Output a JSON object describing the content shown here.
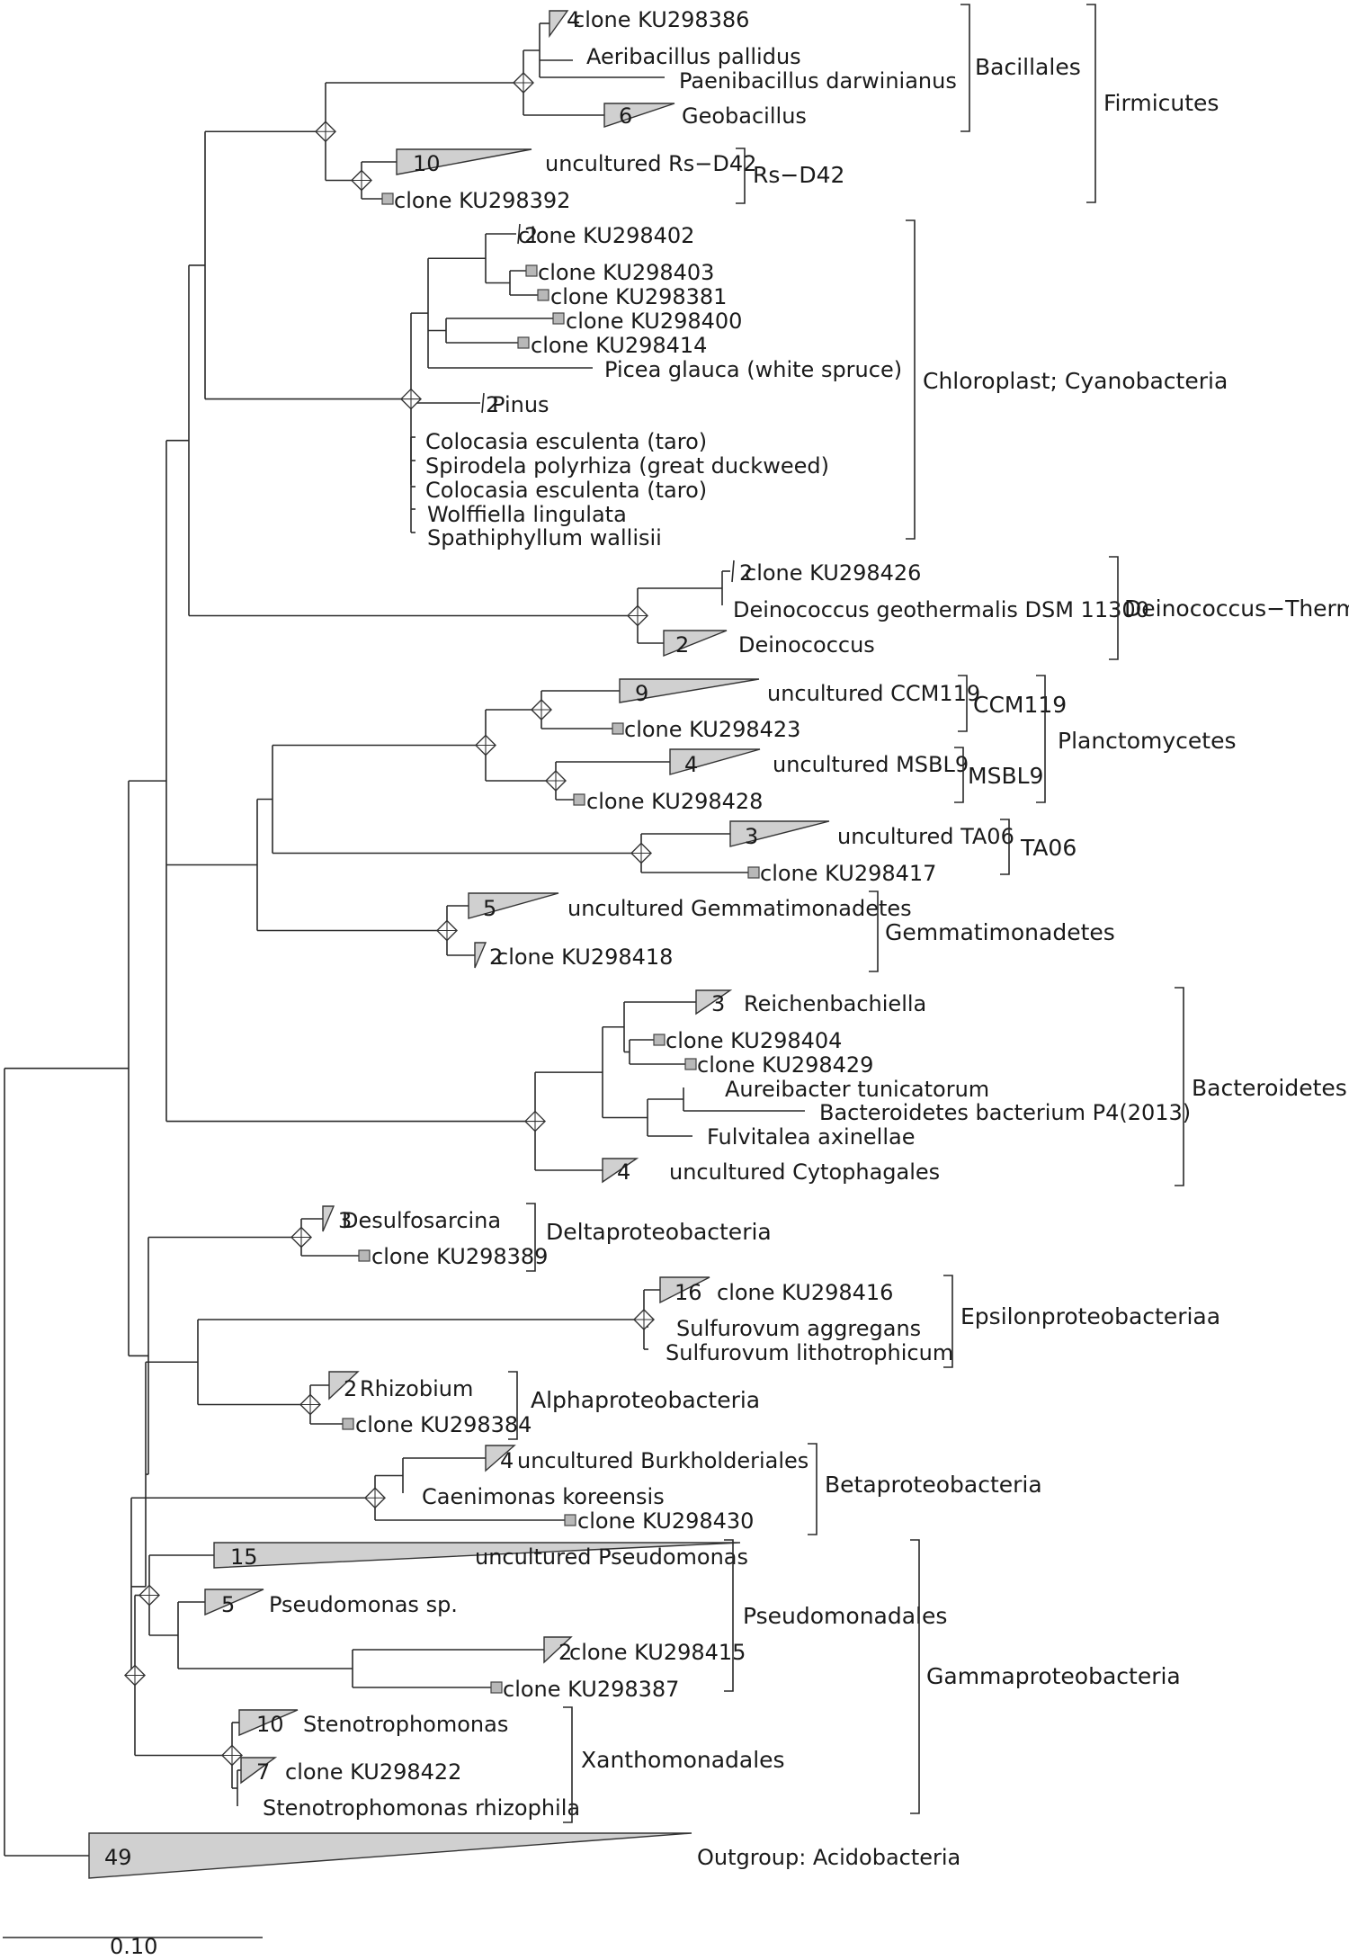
{
  "labels": {
    "t1": "clone KU298386",
    "t2": "Aeribacillus pallidus",
    "t3": "Paenibacillus darwinianus",
    "t4": "Geobacillus",
    "t5": "uncultured Rs−D42",
    "t6": "clone KU298392",
    "t7": "clone KU298402",
    "t8": "clone KU298403",
    "t9": "clone KU298381",
    "t10": "clone KU298400",
    "t11": "clone KU298414",
    "t12": "Picea glauca (white spruce)",
    "t13": "Pinus",
    "t14": "Colocasia esculenta (taro)",
    "t15": "Spirodela polyrhiza (great duckweed)",
    "t16": "Colocasia esculenta (taro)",
    "t17": "Wolffiella lingulata",
    "t18": "Spathiphyllum wallisii",
    "t19": "clone KU298426",
    "t20": "Deinococcus geothermalis DSM 11300",
    "t21": "Deinococcus",
    "t22": "uncultured CCM119",
    "t23": "clone KU298423",
    "t24": "uncultured MSBL9",
    "t25": "clone KU298428",
    "t26": "uncultured TA06",
    "t27": "clone KU298417",
    "t28": "uncultured Gemmatimonadetes",
    "t29": "clone KU298418",
    "t30": "Reichenbachiella",
    "t31": "clone KU298404",
    "t32": "clone KU298429",
    "t33": "Aureibacter tunicatorum",
    "t34": "Bacteroidetes bacterium P4(2013)",
    "t35": "Fulvitalea axinellae",
    "t36": "uncultured Cytophagales",
    "t37": "Desulfosarcina",
    "t38": "clone KU298389",
    "t39": "clone KU298416",
    "t40": "Sulfurovum aggregans",
    "t41": "Sulfurovum lithotrophicum",
    "t42": "Rhizobium",
    "t43": "clone KU298384",
    "t44": "uncultured Burkholderiales",
    "t45": "Caenimonas koreensis",
    "t46": "clone KU298430",
    "t47": "uncultured Pseudomonas",
    "t48": "Pseudomonas sp.",
    "t49": "clone KU298415",
    "t50": "clone KU298387",
    "t51": "Stenotrophomonas",
    "t52": "clone KU298422",
    "t53": "Stenotrophomonas rhizophila",
    "t54": "Outgroup: Acidobacteria"
  },
  "counts": {
    "t1": "4",
    "t4": "6",
    "t5": "10",
    "t7": "2",
    "t13": "2",
    "t19": "2",
    "t21": "2",
    "t22": "9",
    "t24": "4",
    "t26": "3",
    "t28": "5",
    "t29": "2",
    "t30": "3",
    "t36": "4",
    "t37": "3",
    "t39": "16",
    "t42": "2",
    "t44": "4",
    "t47": "15",
    "t48": "5",
    "t49": "2",
    "t51": "10",
    "t52": "7",
    "t54": "49"
  },
  "groups": {
    "bacillales": "Bacillales",
    "firmicutes": "Firmicutes",
    "rsd42": "Rs−D42",
    "chloroplast": "Chloroplast; Cyanobacteria",
    "deinococcus": "Deinococcus−Thermu",
    "ccm119": "CCM119",
    "msbl9": "MSBL9",
    "planctomycetes": "Planctomycetes",
    "ta06": "TA06",
    "gemmatimonadetes": "Gemmatimonadetes",
    "bacteroidetes": "Bacteroidetes",
    "deltaproteobacteria": "Deltaproteobacteria",
    "epsilonproteobacteria": "Epsilonproteobacteriaa",
    "alphaproteobacteria": "Alphaproteobacteria",
    "betaproteobacteria": "Betaproteobacteria",
    "pseudomonadales": "Pseudomonadales",
    "gammaproteobacteria": "Gammaproteobacteria",
    "xanthomonadales": "Xanthomonadales"
  },
  "scale_bar": {
    "value": "0.10"
  },
  "tree": {
    "id": "root",
    "children": [
      {
        "id": "ingroup",
        "children": [
          {
            "id": "a1",
            "children": [
              {
                "id": "a2",
                "children": [
                  {
                    "id": "a3",
                    "children": [
                      {
                        "id": "fir",
                        "children": [
                          {
                            "id": "bac",
                            "children": [
                              {
                                "id": "bac1",
                                "children": [
                                  {
                                    "tip": "t1"
                                  },
                                  {
                                    "tip": "t2"
                                  },
                                  {
                                    "tip": "t3"
                                  }
                                ]
                              },
                              {
                                "tip": "t4"
                              }
                            ]
                          },
                          {
                            "id": "rsd",
                            "children": [
                              {
                                "tip": "t5"
                              },
                              {
                                "tip": "t6"
                              }
                            ]
                          }
                        ]
                      },
                      {
                        "id": "cya",
                        "children": [
                          {
                            "id": "cya1",
                            "children": [
                              {
                                "id": "cya2",
                                "children": [
                                  {
                                    "tip": "t7"
                                  },
                                  {
                                    "id": "cya3",
                                    "children": [
                                      {
                                        "tip": "t8"
                                      },
                                      {
                                        "tip": "t9"
                                      }
                                    ]
                                  }
                                ]
                              },
                              {
                                "id": "cya4",
                                "children": [
                                  {
                                    "tip": "t10"
                                  },
                                  {
                                    "tip": "t11"
                                  }
                                ]
                              },
                              {
                                "tip": "t12"
                              }
                            ]
                          },
                          {
                            "tip": "t13"
                          },
                          {
                            "id": "cya5",
                            "children": [
                              {
                                "tip": "t14"
                              },
                              {
                                "tip": "t15"
                              },
                              {
                                "tip": "t16"
                              },
                              {
                                "tip": "t17"
                              },
                              {
                                "tip": "t18"
                              }
                            ]
                          }
                        ]
                      }
                    ]
                  },
                  {
                    "id": "dei",
                    "children": [
                      {
                        "id": "dei1",
                        "children": [
                          {
                            "tip": "t19"
                          },
                          {
                            "tip": "t20"
                          }
                        ]
                      },
                      {
                        "tip": "t21"
                      }
                    ]
                  }
                ]
              },
              {
                "id": "b1",
                "children": [
                  {
                    "id": "b2",
                    "children": [
                      {
                        "id": "pla",
                        "children": [
                          {
                            "id": "ccm",
                            "children": [
                              {
                                "tip": "t22"
                              },
                              {
                                "tip": "t23"
                              }
                            ]
                          },
                          {
                            "id": "msb",
                            "children": [
                              {
                                "tip": "t24"
                              },
                              {
                                "tip": "t25"
                              }
                            ]
                          }
                        ]
                      },
                      {
                        "id": "ta0",
                        "children": [
                          {
                            "tip": "t26"
                          },
                          {
                            "tip": "t27"
                          }
                        ]
                      }
                    ]
                  },
                  {
                    "id": "gem",
                    "children": [
                      {
                        "tip": "t28"
                      },
                      {
                        "tip": "t29"
                      }
                    ]
                  }
                ]
              },
              {
                "id": "bct",
                "children": [
                  {
                    "id": "bct1",
                    "children": [
                      {
                        "id": "bct2",
                        "children": [
                          {
                            "tip": "t30"
                          },
                          {
                            "id": "bct3",
                            "children": [
                              {
                                "tip": "t31"
                              },
                              {
                                "tip": "t32"
                              }
                            ]
                          }
                        ]
                      },
                      {
                        "id": "bct4",
                        "children": [
                          {
                            "id": "bct5",
                            "children": [
                              {
                                "tip": "t33"
                              },
                              {
                                "tip": "t34"
                              }
                            ]
                          },
                          {
                            "tip": "t35"
                          }
                        ]
                      }
                    ]
                  },
                  {
                    "tip": "t36"
                  }
                ]
              }
            ]
          },
          {
            "id": "prot",
            "children": [
              {
                "id": "del",
                "children": [
                  {
                    "tip": "t37"
                  },
                  {
                    "tip": "t38"
                  }
                ]
              },
              {
                "id": "p2",
                "children": [
                  {
                    "id": "p3",
                    "children": [
                      {
                        "id": "eps",
                        "children": [
                          {
                            "tip": "t39"
                          },
                          {
                            "tip": "t40"
                          },
                          {
                            "tip": "t41"
                          }
                        ]
                      },
                      {
                        "id": "alp",
                        "children": [
                          {
                            "tip": "t42"
                          },
                          {
                            "tip": "t43"
                          }
                        ]
                      }
                    ]
                  },
                  {
                    "id": "p4",
                    "children": [
                      {
                        "id": "bet",
                        "children": [
                          {
                            "id": "bet1",
                            "children": [
                              {
                                "tip": "t44"
                              },
                              {
                                "tip": "t45"
                              }
                            ]
                          },
                          {
                            "tip": "t46"
                          }
                        ]
                      },
                      {
                        "id": "gam",
                        "children": [
                          {
                            "id": "psd",
                            "children": [
                              {
                                "tip": "t47"
                              },
                              {
                                "id": "psd1",
                                "children": [
                                  {
                                    "tip": "t48"
                                  },
                                  {
                                    "id": "psd2",
                                    "children": [
                                      {
                                        "tip": "t49"
                                      },
                                      {
                                        "tip": "t50"
                                      }
                                    ]
                                  }
                                ]
                              }
                            ]
                          },
                          {
                            "id": "xan",
                            "children": [
                              {
                                "tip": "t51"
                              },
                              {
                                "id": "xan1",
                                "children": [
                                  {
                                    "tip": "t52"
                                  },
                                  {
                                    "tip": "t53"
                                  }
                                ]
                              }
                            ]
                          }
                        ]
                      }
                    ]
                  }
                ]
              }
            ]
          }
        ]
      },
      {
        "tip": "t54"
      }
    ]
  }
}
